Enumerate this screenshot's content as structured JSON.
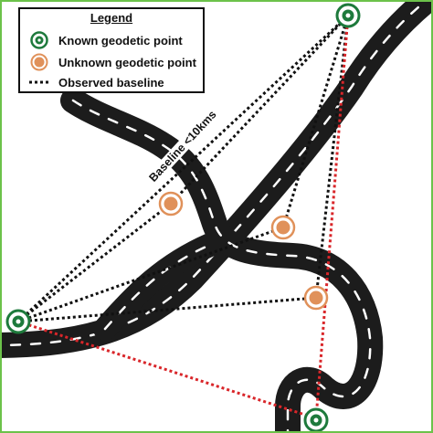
{
  "legend": {
    "title": "Legend",
    "known_label": "Known geodetic point",
    "unknown_label": "Unknown geodetic point",
    "baseline_label": "Observed baseline"
  },
  "annotation": {
    "baseline_distance": "Baseline <10kms"
  },
  "colors": {
    "known_outer": "#1e7a3c",
    "unknown_fill": "#e0915a",
    "baseline": "#111111",
    "red_line": "#d9262a",
    "road": "#1c1c1c",
    "road_marking": "#ffffff",
    "frame": "#6cc24a"
  },
  "points": {
    "known": [
      "known-point-top",
      "known-point-left",
      "known-point-bottom"
    ],
    "unknown": [
      "unknown-point-upper-left",
      "unknown-point-center",
      "unknown-point-lower-right"
    ]
  }
}
